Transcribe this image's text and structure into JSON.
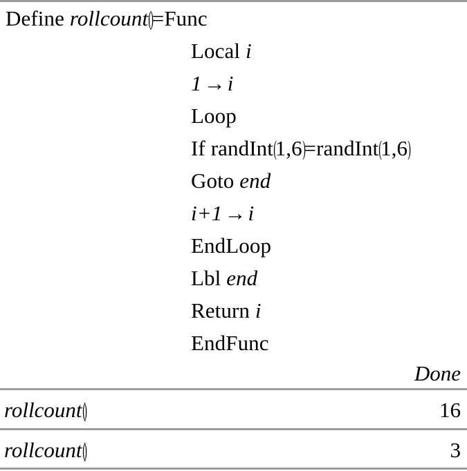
{
  "document": {
    "type": "ti-nspire-calculator-history",
    "background_color": "#ffffff",
    "rule_color": "#9b9b9b",
    "text_color": "#000000"
  },
  "program": {
    "header": {
      "define_keyword": "Define",
      "name": "rollcount",
      "open_paren": "(",
      "close_paren": ")",
      "equals": "=",
      "func_keyword": "Func"
    },
    "body": [
      {
        "id": "local-i",
        "keyword": "Local",
        "operand": "i",
        "operand_style": "italic"
      },
      {
        "id": "one-store-i",
        "lhs": "1",
        "arrow": "→",
        "rhs": "i"
      },
      {
        "id": "loop",
        "keyword": "Loop",
        "operand": "",
        "operand_style": "none"
      },
      {
        "id": "if-randint",
        "keyword": "If",
        "expr_left_fn": "randInt",
        "expr_left_args": "1,6",
        "equals": "=",
        "expr_right_fn": "randInt",
        "expr_right_args": "1,6"
      },
      {
        "id": "goto-end",
        "keyword": "Goto",
        "operand": "end",
        "operand_style": "italic"
      },
      {
        "id": "incr-i",
        "lhs": "i+1",
        "arrow": "→",
        "rhs": "i"
      },
      {
        "id": "endloop",
        "keyword": "EndLoop",
        "operand": "",
        "operand_style": "none"
      },
      {
        "id": "lbl-end",
        "keyword": "Lbl",
        "operand": "end",
        "operand_style": "italic"
      },
      {
        "id": "return-i",
        "keyword": "Return",
        "operand": "i",
        "operand_style": "italic"
      },
      {
        "id": "endfunc",
        "keyword": "EndFunc",
        "operand": "",
        "operand_style": "none"
      }
    ],
    "result": "Done"
  },
  "history": [
    {
      "id": "entry-1",
      "input_name": "rollcount",
      "input_open_paren": "(",
      "input_close_paren": ")",
      "output": "16"
    },
    {
      "id": "entry-2",
      "input_name": "rollcount",
      "input_open_paren": "(",
      "input_close_paren": ")",
      "output": "3"
    }
  ]
}
